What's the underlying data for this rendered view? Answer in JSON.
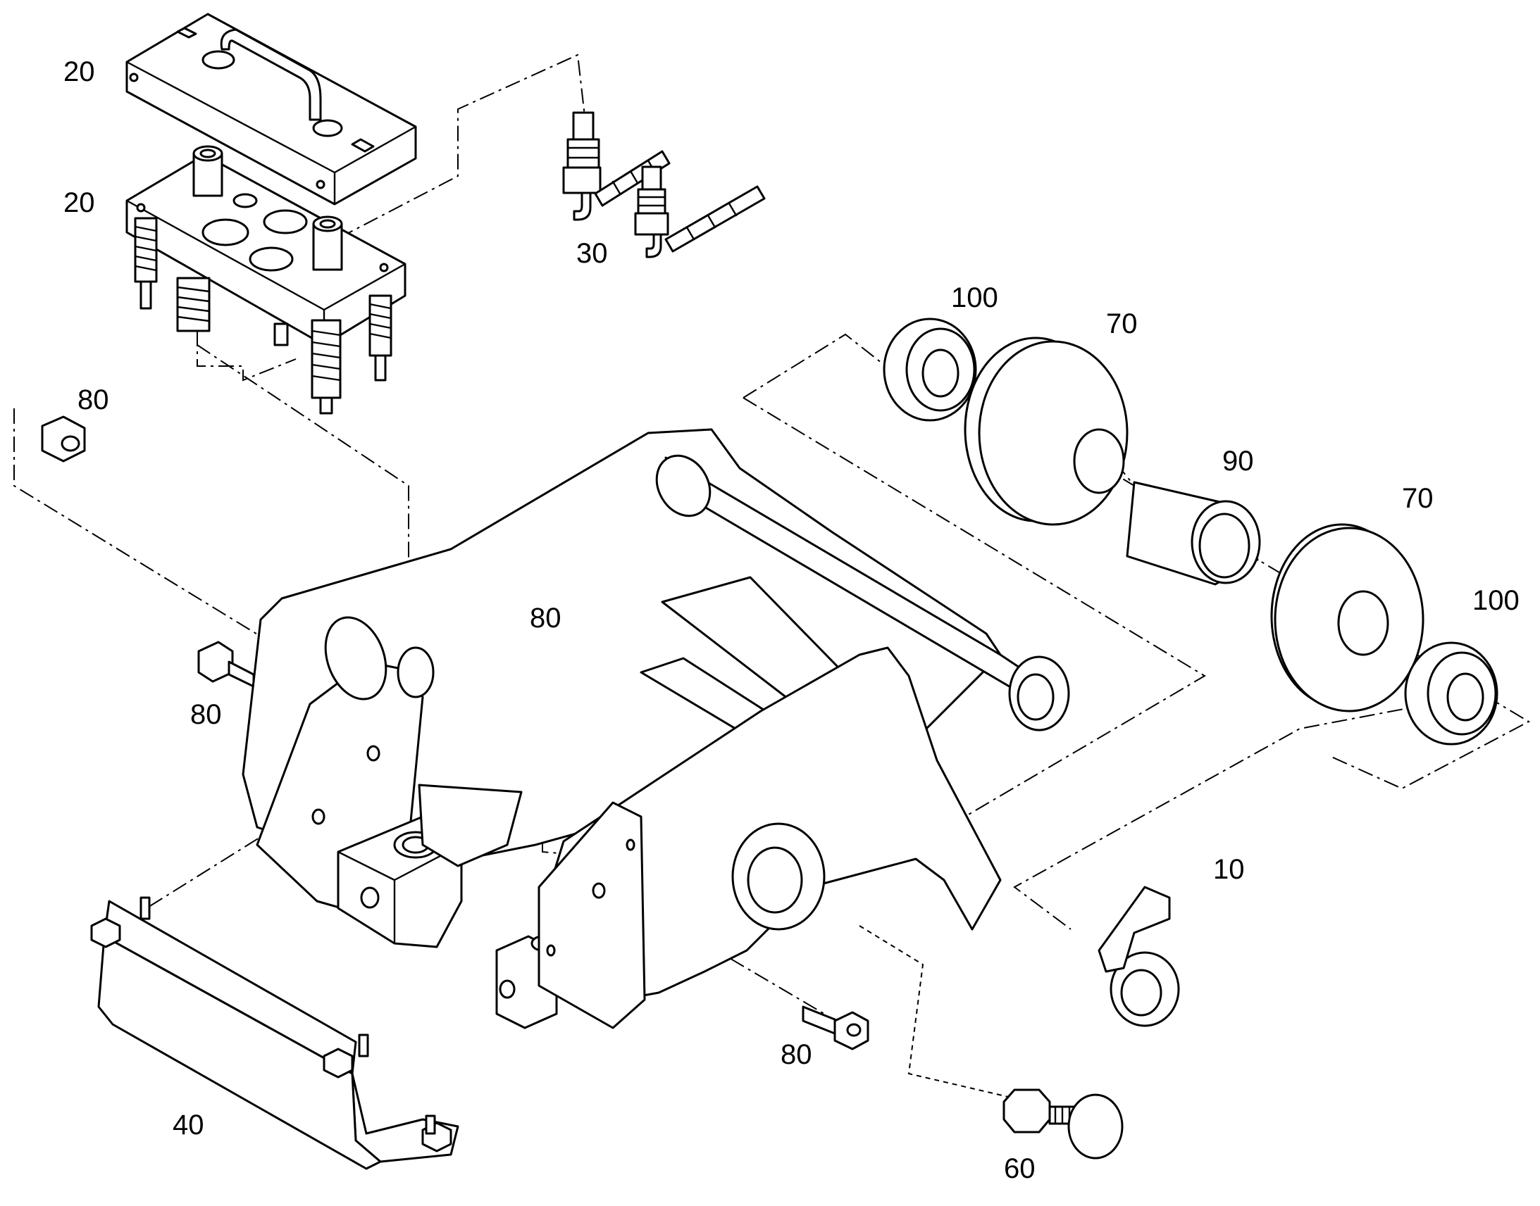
{
  "callouts": {
    "c20a": "20",
    "c20b": "20",
    "c30": "30",
    "c100a": "100",
    "c70a": "70",
    "c90": "90",
    "c70b": "70",
    "c100b": "100",
    "c80a": "80",
    "c80b": "80",
    "c80c": "80",
    "c80d": "80",
    "c10": "10",
    "c40": "40",
    "c60": "60"
  },
  "colors": {
    "line": "#000000",
    "background": "#ffffff"
  }
}
